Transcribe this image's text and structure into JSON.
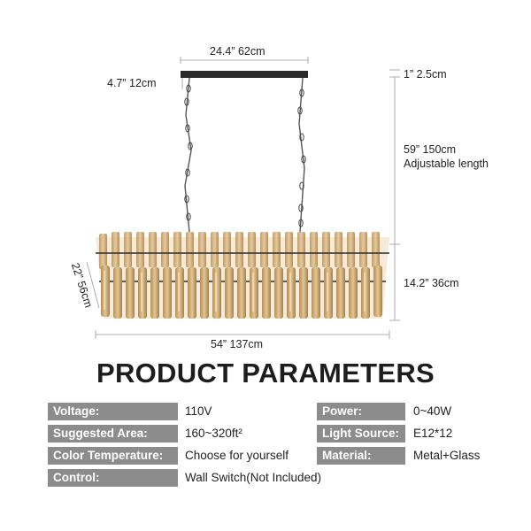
{
  "dimensions": {
    "width": "24.4” 62cm",
    "canopy_height": "4.7” 12cm",
    "canopy_thickness": "1” 2.5cm",
    "chain_length": "59” 150cm",
    "chain_note": "Adjustable length",
    "body_height": "14.2” 36cm",
    "depth": "22” 56cm",
    "length": "54” 137cm"
  },
  "title": "PRODUCT PARAMETERS",
  "parameters_left": [
    {
      "label": "Voltage:",
      "value": "110V"
    },
    {
      "label": "Suggested Area:",
      "value": "160~320ft²"
    },
    {
      "label": "Color Temperature:",
      "value": "Choose for yourself"
    },
    {
      "label": "Control:",
      "value": "Wall Switch(Not Included)"
    }
  ],
  "parameters_right": [
    {
      "label": "Power:",
      "value": "0~40W"
    },
    {
      "label": "Light Source:",
      "value": "E12*12"
    },
    {
      "label": "Material:",
      "value": "Metal+Glass"
    }
  ],
  "colors": {
    "label_bg": "#8c8c8c",
    "glass": "#c9a46a",
    "frame": "#2a2a2a"
  }
}
